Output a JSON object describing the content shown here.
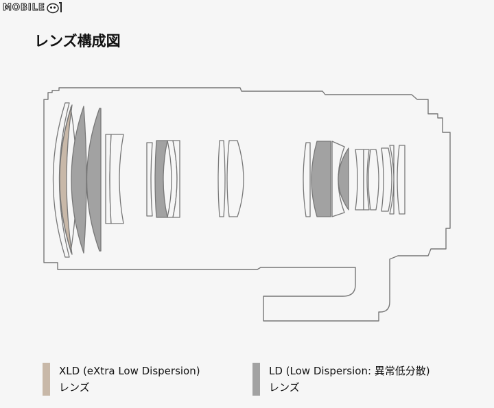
{
  "watermark": {
    "text": "MOBILE"
  },
  "title": "レンズ構成図",
  "colors": {
    "xld": "#c8b8a8",
    "ld": "#a2a2a2",
    "outline": "#777777",
    "background": "#f6f6f6"
  },
  "legend": [
    {
      "label": "XLD (eXtra Low Dispersion)",
      "sublabel": "レンズ",
      "color": "#c8b8a8"
    },
    {
      "label": "LD (Low Dispersion: 異常低分散)",
      "sublabel": "レンズ",
      "color": "#a2a2a2"
    }
  ]
}
